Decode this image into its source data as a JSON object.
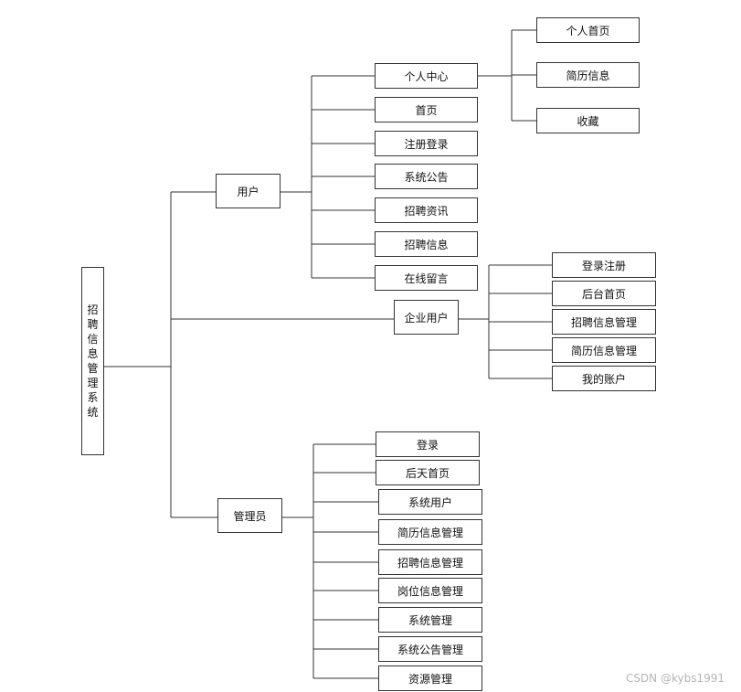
{
  "root": {
    "label": "招聘信息管理系统"
  },
  "branches": {
    "user": {
      "label": "用户",
      "items": [
        "个人中心",
        "首页",
        "注册登录",
        "系统公告",
        "招聘资讯",
        "招聘信息",
        "在线留言"
      ],
      "personal": {
        "items": [
          "个人首页",
          "简历信息",
          "收藏"
        ]
      }
    },
    "company": {
      "label": "企业用户",
      "items": [
        "登录注册",
        "后台首页",
        "招聘信息管理",
        "简历信息管理",
        "我的账户"
      ]
    },
    "admin": {
      "label": "管理员",
      "items": [
        "登录",
        "后天首页",
        "系统用户",
        "简历信息管理",
        "招聘信息管理",
        "岗位信息管理",
        "系统管理",
        "系统公告管理",
        "资源管理"
      ]
    }
  },
  "watermark": "CSDN @kybs1991",
  "colors": {
    "line": "#333333",
    "border": "#333333",
    "background": "#ffffff",
    "watermark": "#b5b5b5"
  }
}
